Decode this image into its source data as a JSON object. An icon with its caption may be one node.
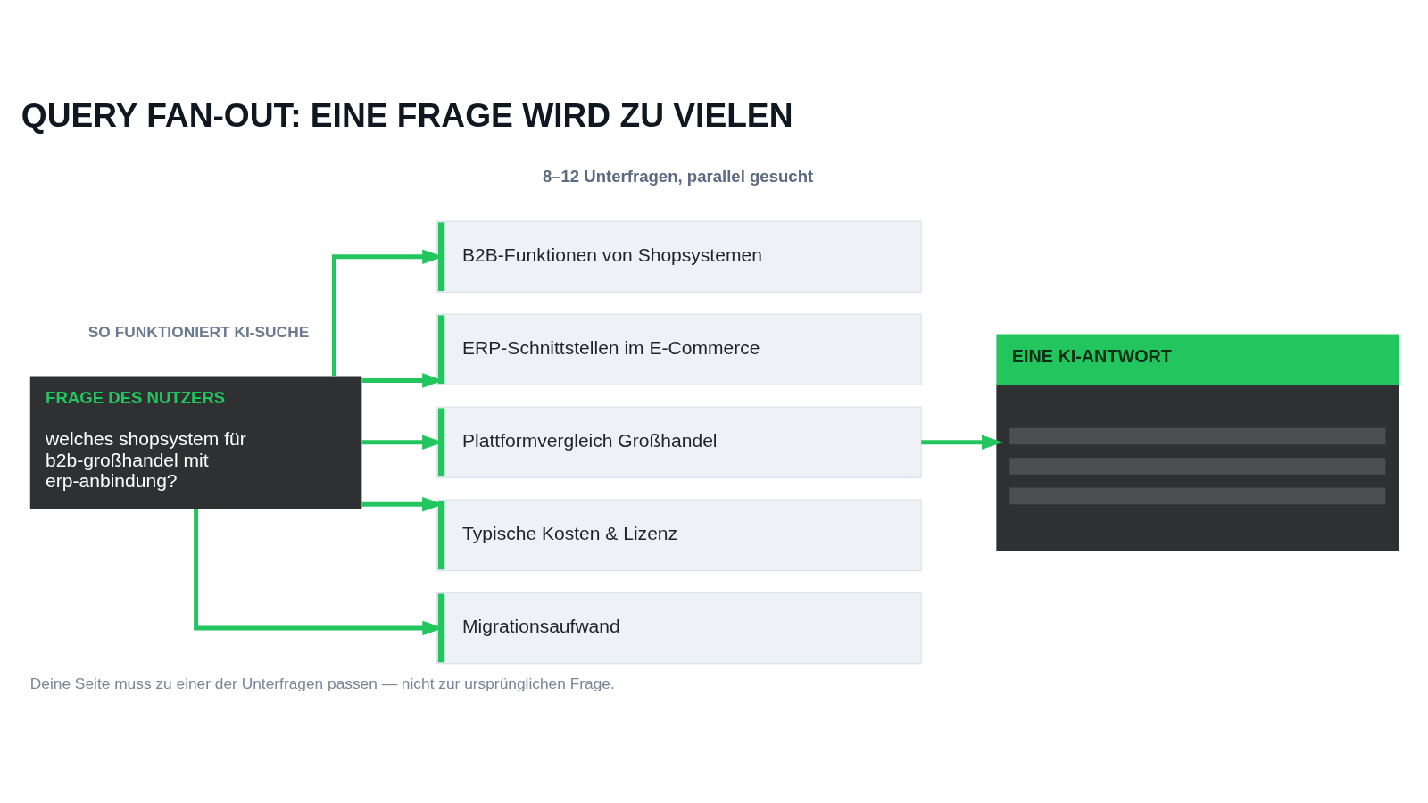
{
  "diagram": {
    "title": "QUERY FAN-OUT: EINE FRAGE WIRD ZU VIELEN",
    "caption": "Deine Seite muss zu einer der Unterfragen passen — nicht zur ursprünglichen Frage.",
    "nodes": [
      {
        "text": [
          "FRAGE DES NUTZERS",
          "welches shopsystem für b2b-großhandel mit erp-anbindung?"
        ]
      },
      {
        "text": [
          "B2B-Funktionen von Shopsystemen"
        ]
      },
      {
        "text": [
          "ERP-Schnittstellen im E-Commerce"
        ]
      },
      {
        "text": [
          "Plattformvergleich Großhandel"
        ]
      },
      {
        "text": [
          "Typische Kosten & Lizenz"
        ]
      },
      {
        "text": [
          "Migrationsaufwand"
        ]
      },
      {
        "text": [
          "EINE KI-ANTWORT"
        ]
      }
    ],
    "edges": [
      {
        "from": 0,
        "to": 1,
        "arrow": "to"
      },
      {
        "from": 0,
        "to": 2,
        "arrow": "to"
      },
      {
        "from": 0,
        "to": 3,
        "arrow": "to"
      },
      {
        "from": 0,
        "to": 4,
        "arrow": "to"
      },
      {
        "from": 0,
        "to": 5,
        "arrow": "to"
      },
      {
        "from": 3,
        "to": 6,
        "arrow": "to"
      }
    ],
    "labels": [
      "SO FUNKTIONIERT KI-SUCHE",
      "8–12 Unterfragen, parallel gesucht"
    ]
  }
}
